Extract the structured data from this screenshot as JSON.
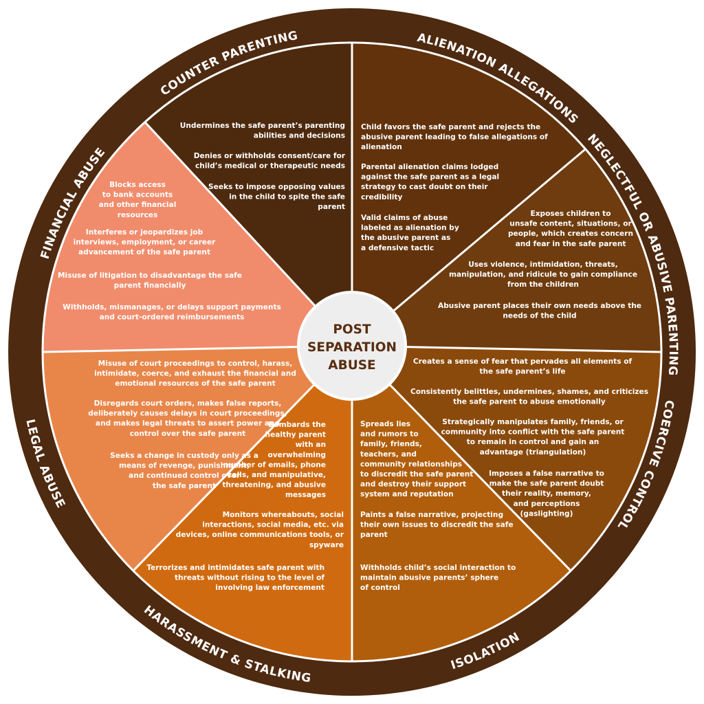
{
  "center": {
    "lines": [
      "POST",
      "SEPARATION",
      "ABUSE"
    ]
  },
  "colors": {
    "ring": "#4e2a10",
    "divider": "#ffffff",
    "center_fill": "#eeeeee",
    "center_text": "#5a2e10"
  },
  "categories": [
    {
      "name": "COUNTER PARENTING",
      "color": "#61320c",
      "items": [
        [
          "Undermines the safe parent’s parenting",
          "abilities and decisions"
        ],
        [
          "Denies or withholds consent/care for",
          "child’s medical or therapeutic needs"
        ],
        [
          "Seeks to impose opposing values",
          "in the child to spite the safe",
          "parent"
        ]
      ]
    },
    {
      "name": "ALIENATION ALLEGATIONS",
      "color": "#6e3c0e",
      "items": [
        [
          "Child favors the safe parent and rejects the",
          "abusive parent leading to false allegations of",
          "alienation"
        ],
        [
          "Parental alienation claims lodged",
          "against the safe parent as a legal",
          "strategy to cast doubt on their",
          "credibility"
        ],
        [
          "Valid claims of abuse",
          "labeled as alienation by",
          "the abusive parent as",
          "a defensive tactic"
        ]
      ]
    },
    {
      "name": "NEGLECTFUL OR ABUSIVE PARENTING",
      "color": "#8a4a0c",
      "items": [
        [
          "Exposes children to",
          "unsafe content, situations, or",
          "people, which creates concern",
          "and fear in the safe parent"
        ],
        [
          "Uses violence, intimidation, threats,",
          "manipulation, and ridicule to gain compliance",
          "from the children"
        ],
        [
          "Abusive parent places their own needs above the",
          "needs of the child"
        ]
      ]
    },
    {
      "name": "COERCIVE CONTROL",
      "color": "#b05e0c",
      "items": [
        [
          "Creates a sense of fear that pervades all elements of",
          "the safe parent’s life"
        ],
        [
          "Consistently belittles, undermines, shames, and criticizes",
          "the safe parent to abuse emotionally"
        ],
        [
          "Strategically manipulates family, friends, or",
          "community into conflict with the safe parent",
          "to remain in control and gain an",
          "advantage (triangulation)"
        ],
        [
          "Imposes a false narrative to",
          "make the safe parent doubt",
          "their reality, memory,",
          "and perceptions",
          "(gaslighting)"
        ]
      ]
    },
    {
      "name": "ISOLATION",
      "color": "#d06a10",
      "items": [
        [
          "Spreads lies",
          "and rumors to",
          "family, friends,",
          "teachers, and",
          "community relationships",
          "to discredit the safe parent",
          "and destroy their support",
          "system and reputation"
        ],
        [
          "Paints a false narrative, projecting",
          "their own issues to discredit the safe",
          "parent"
        ],
        [
          "Withholds child’s social interaction to",
          "maintain abusive parents’ sphere",
          "of control"
        ]
      ]
    },
    {
      "name": "HARASSMENT & STALKING",
      "color": "#e8864a",
      "items": [
        [
          "Bombards the",
          "healthy parent",
          "with an",
          "overwhelming",
          "number of emails, phone",
          "calls, and manipulative,",
          "threatening, and abusive",
          "messages"
        ],
        [
          "Monitors whereabouts, social",
          "interactions, social media, etc. via",
          "devices, online communications tools, or",
          "spyware"
        ],
        [
          "Terrorizes and intimidates safe parent with",
          "threats without rising to the level of",
          "involving law enforcement"
        ]
      ]
    },
    {
      "name": "LEGAL ABUSE",
      "color": "#f08c6c",
      "items": [
        [
          "Misuse of court proceedings to control, harass,",
          "intimidate, coerce, and exhaust the financial and",
          "emotional resources of the safe parent"
        ],
        [
          "Disregards court orders, makes false reports,",
          "deliberately causes delays in court proceedings,",
          "and makes legal threats to assert power and",
          "control over the safe parent"
        ],
        [
          "Seeks a change in custody only as a",
          "means of revenge, punishment,",
          "and continued control over",
          "the safe parent"
        ]
      ]
    },
    {
      "name": "FINANCIAL ABUSE",
      "color": "#4d2a0e",
      "items": [
        [
          "Blocks access",
          "to bank accounts",
          "and other financial",
          "resources"
        ],
        [
          "Interferes or jeopardizes job",
          "interviews, employment, or career",
          "advancement of the safe parent"
        ],
        [
          "Misuse of litigation to disadvantage the safe",
          "parent financially"
        ],
        [
          "Withholds, mismanages, or delays support payments",
          "and court-ordered reimbursements"
        ]
      ]
    }
  ]
}
